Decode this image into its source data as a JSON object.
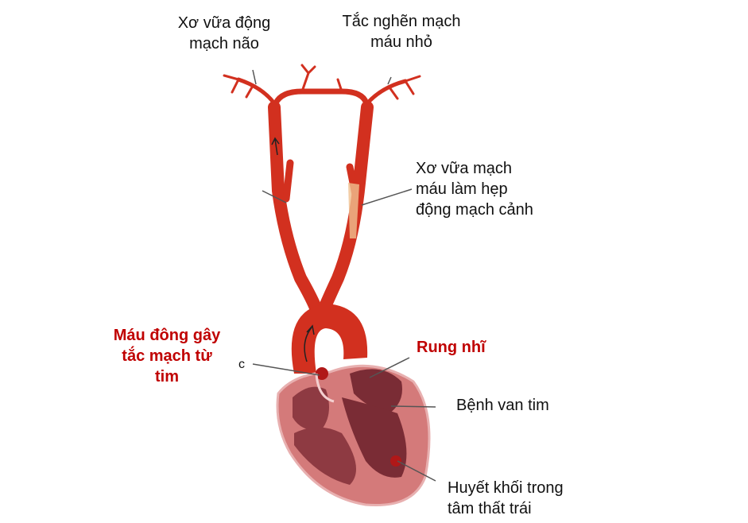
{
  "labels": {
    "cerebral_atherosclerosis": [
      "Xơ vữa động",
      "mạch não"
    ],
    "small_vessel_occlusion": [
      "Tắc nghẽn mạch",
      "máu nhỏ"
    ],
    "carotid_stenosis": [
      "Xơ vữa mạch",
      "máu làm hẹp",
      "động mạch cảnh"
    ],
    "cardioembolism": [
      "Máu đông gây",
      "tắc mạch từ",
      "tim"
    ],
    "atrial_fibrillation": "Rung nhĩ",
    "valve_disease": "Bệnh van tim",
    "lv_thrombus": [
      "Huyết khối trong",
      "tâm thất trái"
    ],
    "clot_marker": "c"
  },
  "colors": {
    "artery": "#d2301f",
    "artery_dark": "#a8190f",
    "heart": "#d47a7a",
    "heart_inner": "#8e3a42",
    "red_text": "#c00000",
    "plaque": "#f0c090"
  }
}
